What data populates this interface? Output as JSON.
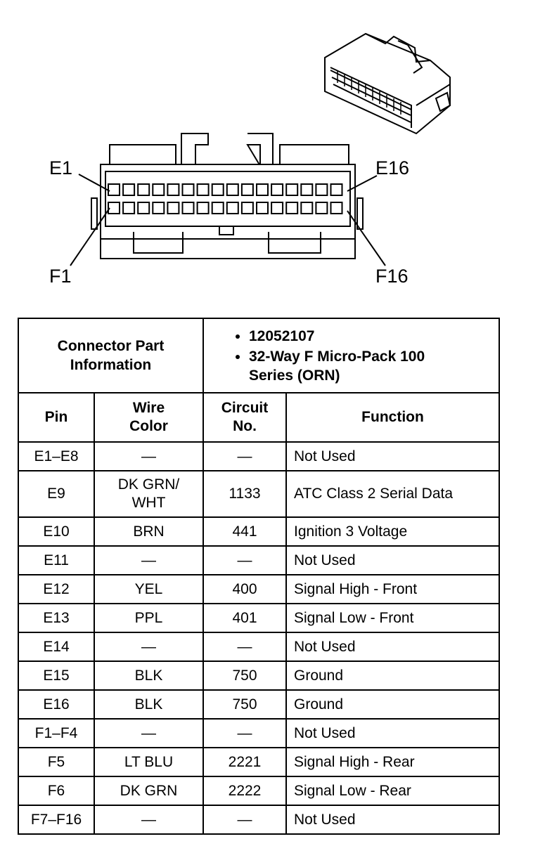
{
  "diagram": {
    "labels": {
      "e1": "E1",
      "e16": "E16",
      "f1": "F1",
      "f16": "F16"
    }
  },
  "info": {
    "heading": "Connector Part Information",
    "bullets": [
      "12052107",
      "32-Way F Micro-Pack 100 Series (ORN)"
    ]
  },
  "columns": {
    "pin": "Pin",
    "wire": "Wire Color",
    "circuit": "Circuit No.",
    "function": "Function"
  },
  "rows": [
    {
      "pin": "E1–E8",
      "wire": "—",
      "circuit": "—",
      "function": "Not Used"
    },
    {
      "pin": "E9",
      "wire": "DK GRN/\nWHT",
      "circuit": "1133",
      "function": "ATC Class 2 Serial Data"
    },
    {
      "pin": "E10",
      "wire": "BRN",
      "circuit": "441",
      "function": "Ignition 3 Voltage"
    },
    {
      "pin": "E11",
      "wire": "—",
      "circuit": "—",
      "function": "Not Used"
    },
    {
      "pin": "E12",
      "wire": "YEL",
      "circuit": "400",
      "function": "Signal High - Front"
    },
    {
      "pin": "E13",
      "wire": "PPL",
      "circuit": "401",
      "function": "Signal Low - Front"
    },
    {
      "pin": "E14",
      "wire": "—",
      "circuit": "—",
      "function": "Not Used"
    },
    {
      "pin": "E15",
      "wire": "BLK",
      "circuit": "750",
      "function": "Ground"
    },
    {
      "pin": "E16",
      "wire": "BLK",
      "circuit": "750",
      "function": "Ground"
    },
    {
      "pin": "F1–F4",
      "wire": "—",
      "circuit": "—",
      "function": "Not Used"
    },
    {
      "pin": "F5",
      "wire": "LT BLU",
      "circuit": "2221",
      "function": "Signal High - Rear"
    },
    {
      "pin": "F6",
      "wire": "DK GRN",
      "circuit": "2222",
      "function": "Signal Low - Rear"
    },
    {
      "pin": "F7–F16",
      "wire": "—",
      "circuit": "—",
      "function": "Not Used"
    }
  ]
}
